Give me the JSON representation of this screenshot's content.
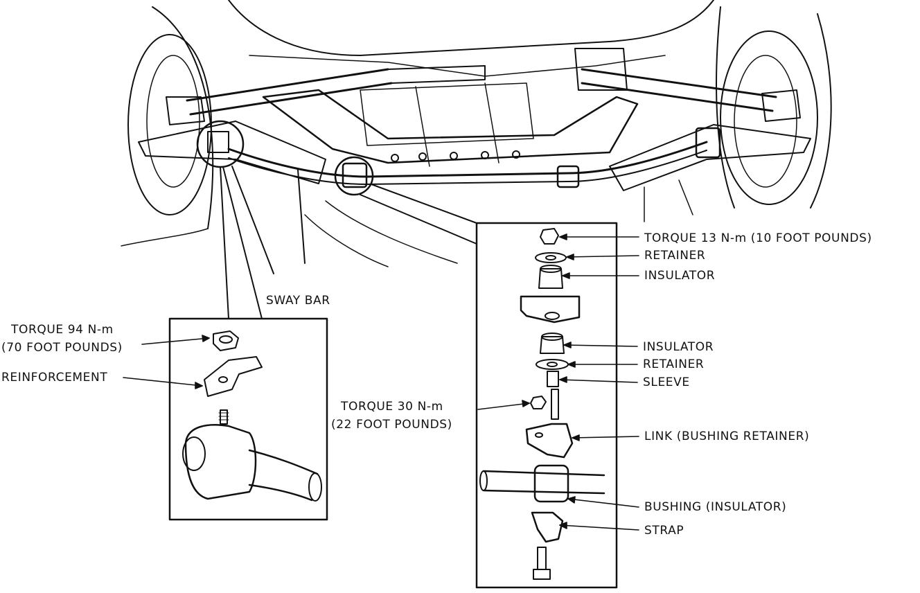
{
  "labels": {
    "sway_bar": "SWAY BAR",
    "left_torque_line1": "TORQUE 94 N-m",
    "left_torque_line2": "(70 FOOT POUNDS)",
    "reinforcement": "REINFORCEMENT",
    "mid_torque_line1": "TORQUE 30 N-m",
    "mid_torque_line2": "(22 FOOT POUNDS)",
    "top_torque": "TORQUE 13 N-m (10 FOOT POUNDS)",
    "retainer_top": "RETAINER",
    "insulator_top": "INSULATOR",
    "insulator_lower": "INSULATOR",
    "retainer_lower": "RETAINER",
    "sleeve": "SLEEVE",
    "link": "LINK (BUSHING RETAINER)",
    "bushing": "BUSHING (INSULATOR)",
    "strap": "STRAP"
  },
  "colors": {
    "ink": "#111111",
    "paper": "#ffffff"
  }
}
